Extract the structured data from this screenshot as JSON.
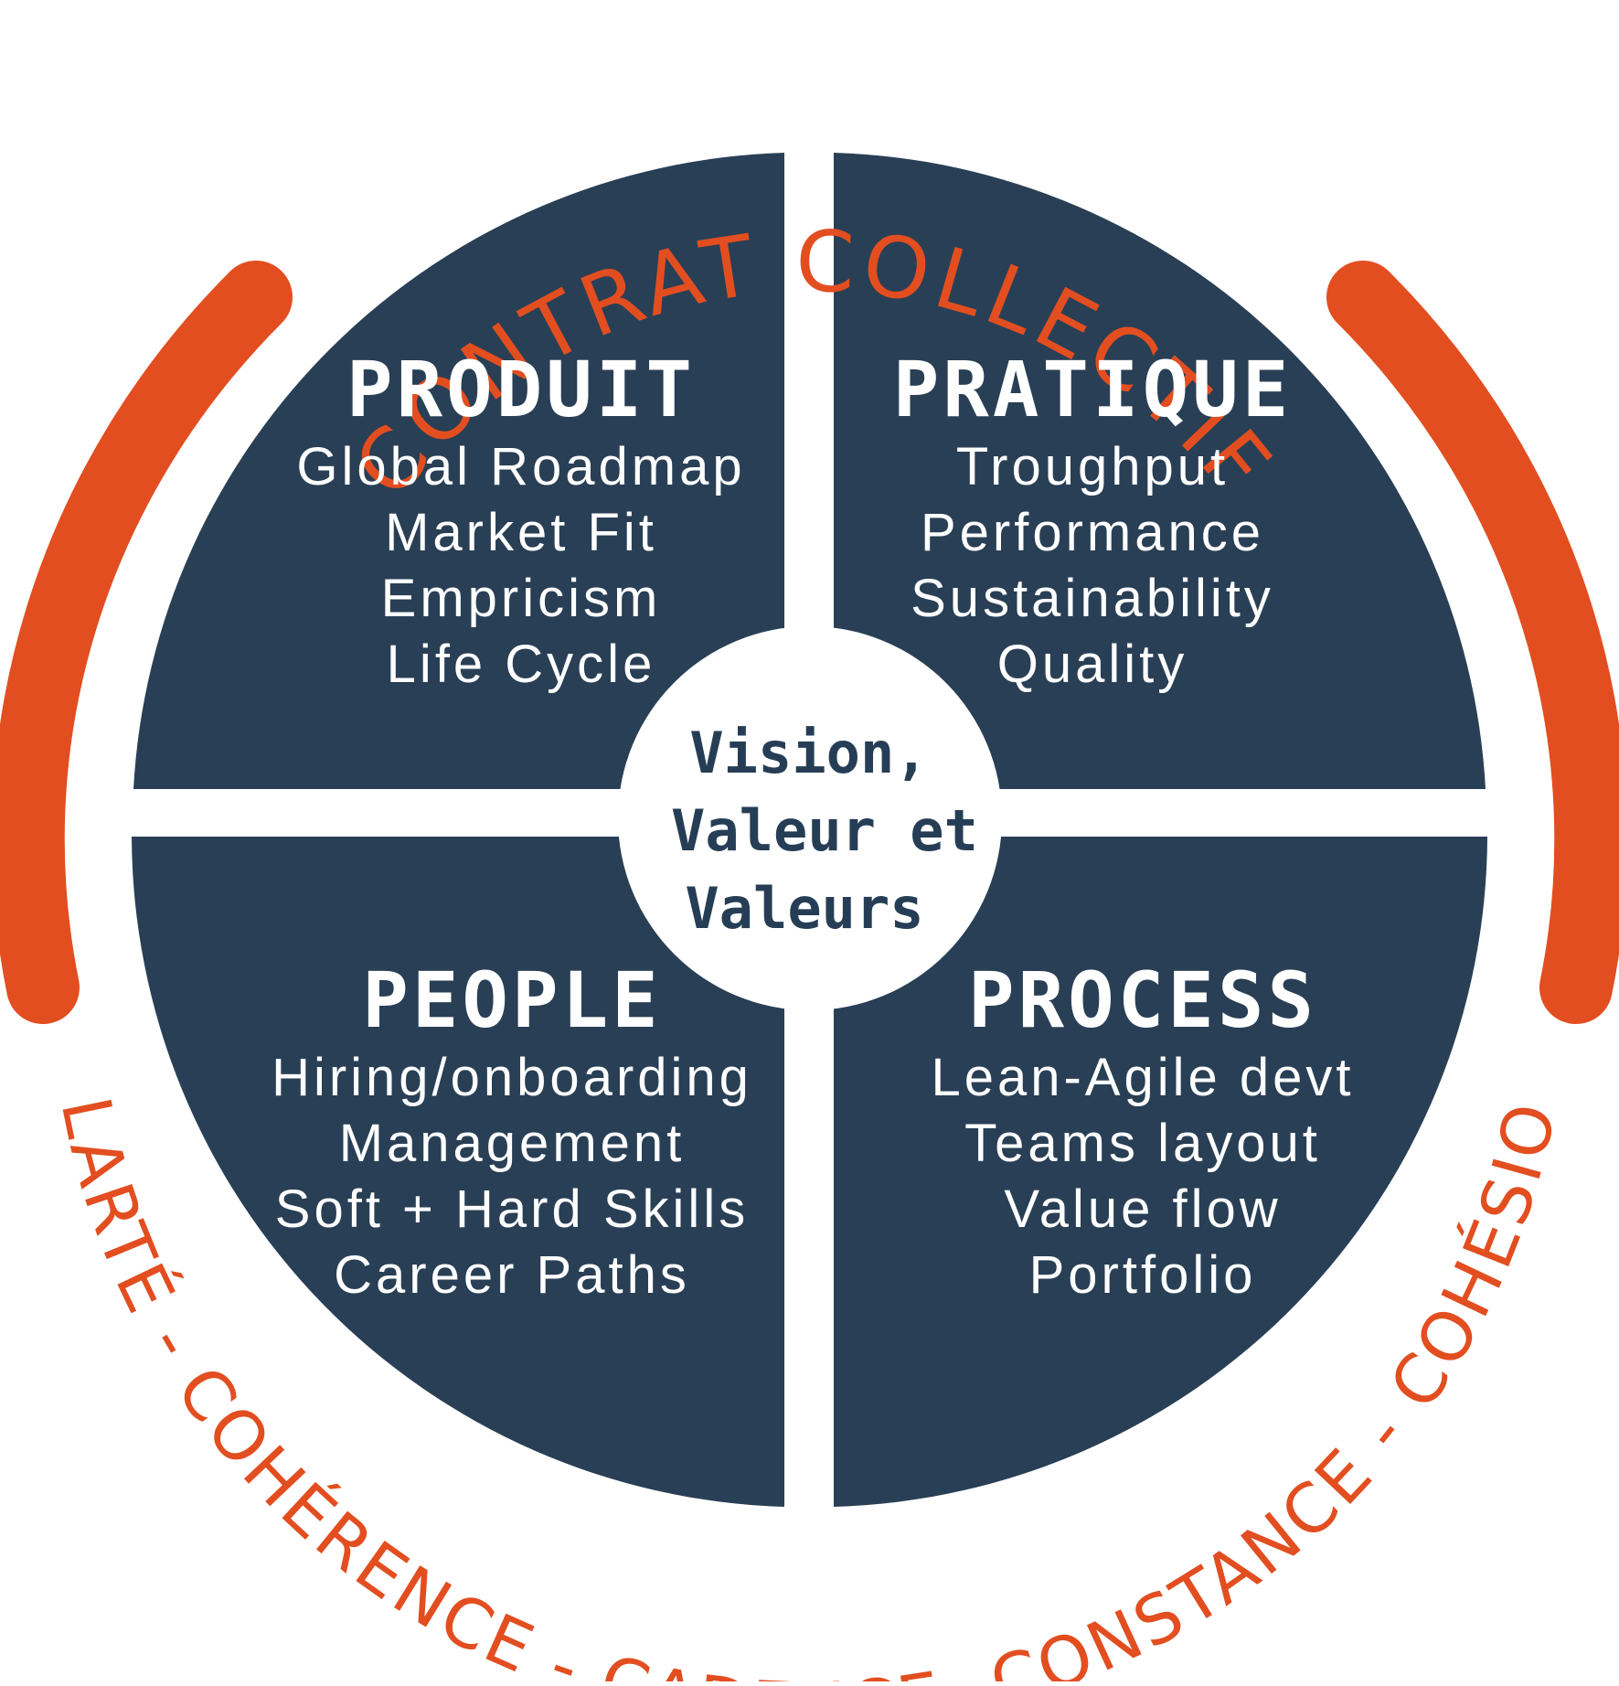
{
  "colors": {
    "quadrant": "#293f55",
    "accent": "#e24e20",
    "center_text": "#263e55",
    "quadrant_text": "#ffffff"
  },
  "top_arc_title": "CONTRAT COLLECTIF",
  "bottom_arc_text": "CLARTÉ - COHÉRENCE - CADENCE- CONSTANCE - COHÉSION",
  "center": {
    "lines": [
      "Vision,",
      "Valeur et",
      "Valeurs"
    ]
  },
  "quadrants": {
    "produit": {
      "title": "PRODUIT",
      "items": [
        "Global Roadmap",
        "Market Fit",
        "Empricism",
        "Life Cycle"
      ]
    },
    "pratique": {
      "title": "PRATIQUE",
      "items": [
        "Troughput",
        "Performance",
        "Sustainability",
        "Quality"
      ]
    },
    "people": {
      "title": "PEOPLE",
      "items": [
        "Hiring/onboarding",
        "Management",
        "Soft + Hard Skills",
        "Career Paths"
      ]
    },
    "process": {
      "title": "PROCESS",
      "items": [
        "Lean-Agile devt",
        "Teams layout",
        "Value flow",
        "Portfolio"
      ]
    }
  }
}
